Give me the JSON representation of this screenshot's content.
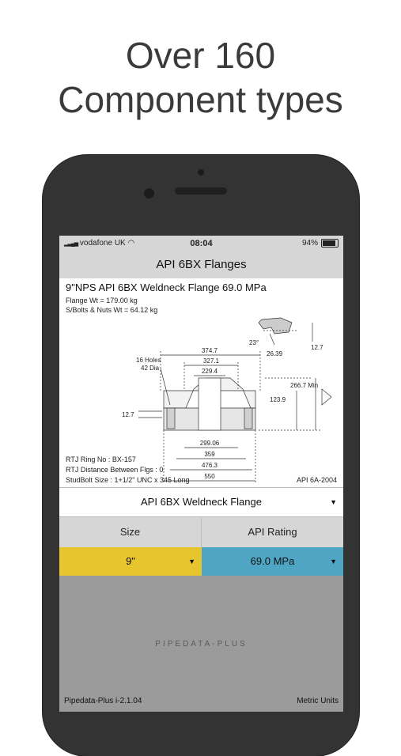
{
  "headline": {
    "line1": "Over 160",
    "line2": "Component types"
  },
  "status": {
    "carrier": "vodafone UK",
    "time": "08:04",
    "battery": "94%"
  },
  "nav": {
    "title": "API 6BX Flanges"
  },
  "drawing": {
    "title": "9\"NPS API 6BX Weldneck Flange 69.0 MPa",
    "flange_wt": "Flange Wt = 179.00 kg",
    "bolts_wt": "S/Bolts & Nuts Wt =  64.12 kg",
    "rtj_ring": "RTJ Ring No : BX-157",
    "rtj_distance": "RTJ Distance Between Flgs : 0",
    "studbolt": "StudBolt Size : 1+1/2\" UNC x 345 Long",
    "standard": "API 6A-2004",
    "dims": {
      "d1": "374.7",
      "d2": "327.1",
      "d3": "229.4",
      "holes1": "16 Holes",
      "holes2": "42 Dia",
      "left_thk": "12.7",
      "hub": "266.7 Min",
      "thk": "123.9",
      "b1": "299.06",
      "b2": "359",
      "b3": "476.3",
      "b4": "550",
      "angle": "23°",
      "groove": "26.39",
      "groove_h": "12.7"
    }
  },
  "component_select": {
    "value": "API 6BX Weldneck Flange"
  },
  "size": {
    "header": "Size",
    "value": "9\"",
    "color": "#e6c52e"
  },
  "rating": {
    "header": "API Rating",
    "value": "69.0 MPa",
    "color": "#4fa6c4"
  },
  "brand": "PIPEDATA-PLUS",
  "footer": {
    "version": "Pipedata-Plus i-2.1.04",
    "units": "Metric Units"
  }
}
